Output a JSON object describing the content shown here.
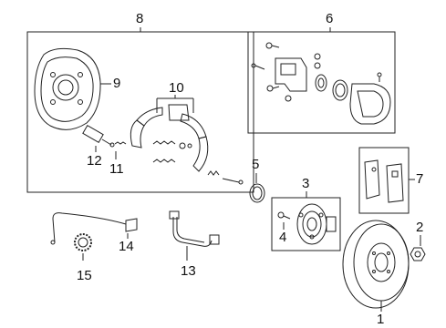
{
  "diagram": {
    "callouts": {
      "c1": "1",
      "c2": "2",
      "c3": "3",
      "c4": "4",
      "c5": "5",
      "c6": "6",
      "c7": "7",
      "c8": "8",
      "c9": "9",
      "c10": "10",
      "c11": "11",
      "c12": "12",
      "c13": "13",
      "c14": "14",
      "c15": "15"
    },
    "parts": [
      {
        "ref": "1",
        "name": "brake-rotor"
      },
      {
        "ref": "2",
        "name": "hub-nut"
      },
      {
        "ref": "3",
        "name": "hub-bearing-assembly-group"
      },
      {
        "ref": "4",
        "name": "hub-bolt"
      },
      {
        "ref": "5",
        "name": "seal-ring"
      },
      {
        "ref": "6",
        "name": "caliper-assembly-group"
      },
      {
        "ref": "7",
        "name": "brake-pads-group"
      },
      {
        "ref": "8",
        "name": "parking-brake-group"
      },
      {
        "ref": "9",
        "name": "backing-plate"
      },
      {
        "ref": "10",
        "name": "brake-shoes"
      },
      {
        "ref": "11",
        "name": "adjuster-spring"
      },
      {
        "ref": "12",
        "name": "adjuster"
      },
      {
        "ref": "13",
        "name": "brake-hose"
      },
      {
        "ref": "14",
        "name": "abs-sensor"
      },
      {
        "ref": "15",
        "name": "tone-ring"
      }
    ]
  }
}
